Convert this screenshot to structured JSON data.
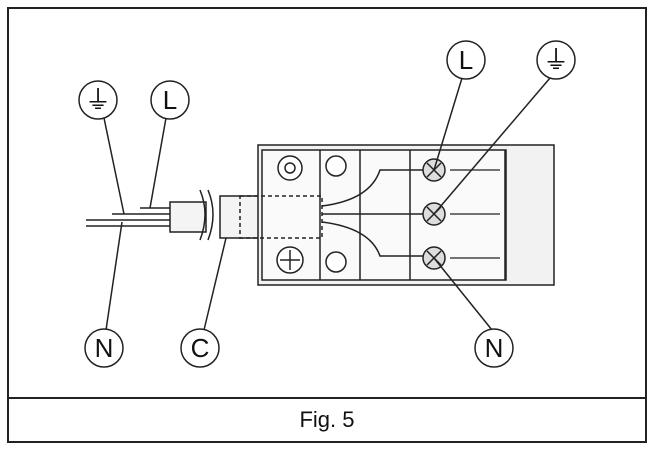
{
  "figure": {
    "caption": "Fig. 5",
    "labels": {
      "ground_left": "⏚",
      "live_left": "L",
      "neutral_left": "N",
      "cable": "C",
      "live_right": "L",
      "ground_right": "⏚",
      "neutral_right": "N"
    },
    "colors": {
      "line": "#222222",
      "fill": "#f2f2f2",
      "terminal": "#dddddd"
    }
  }
}
